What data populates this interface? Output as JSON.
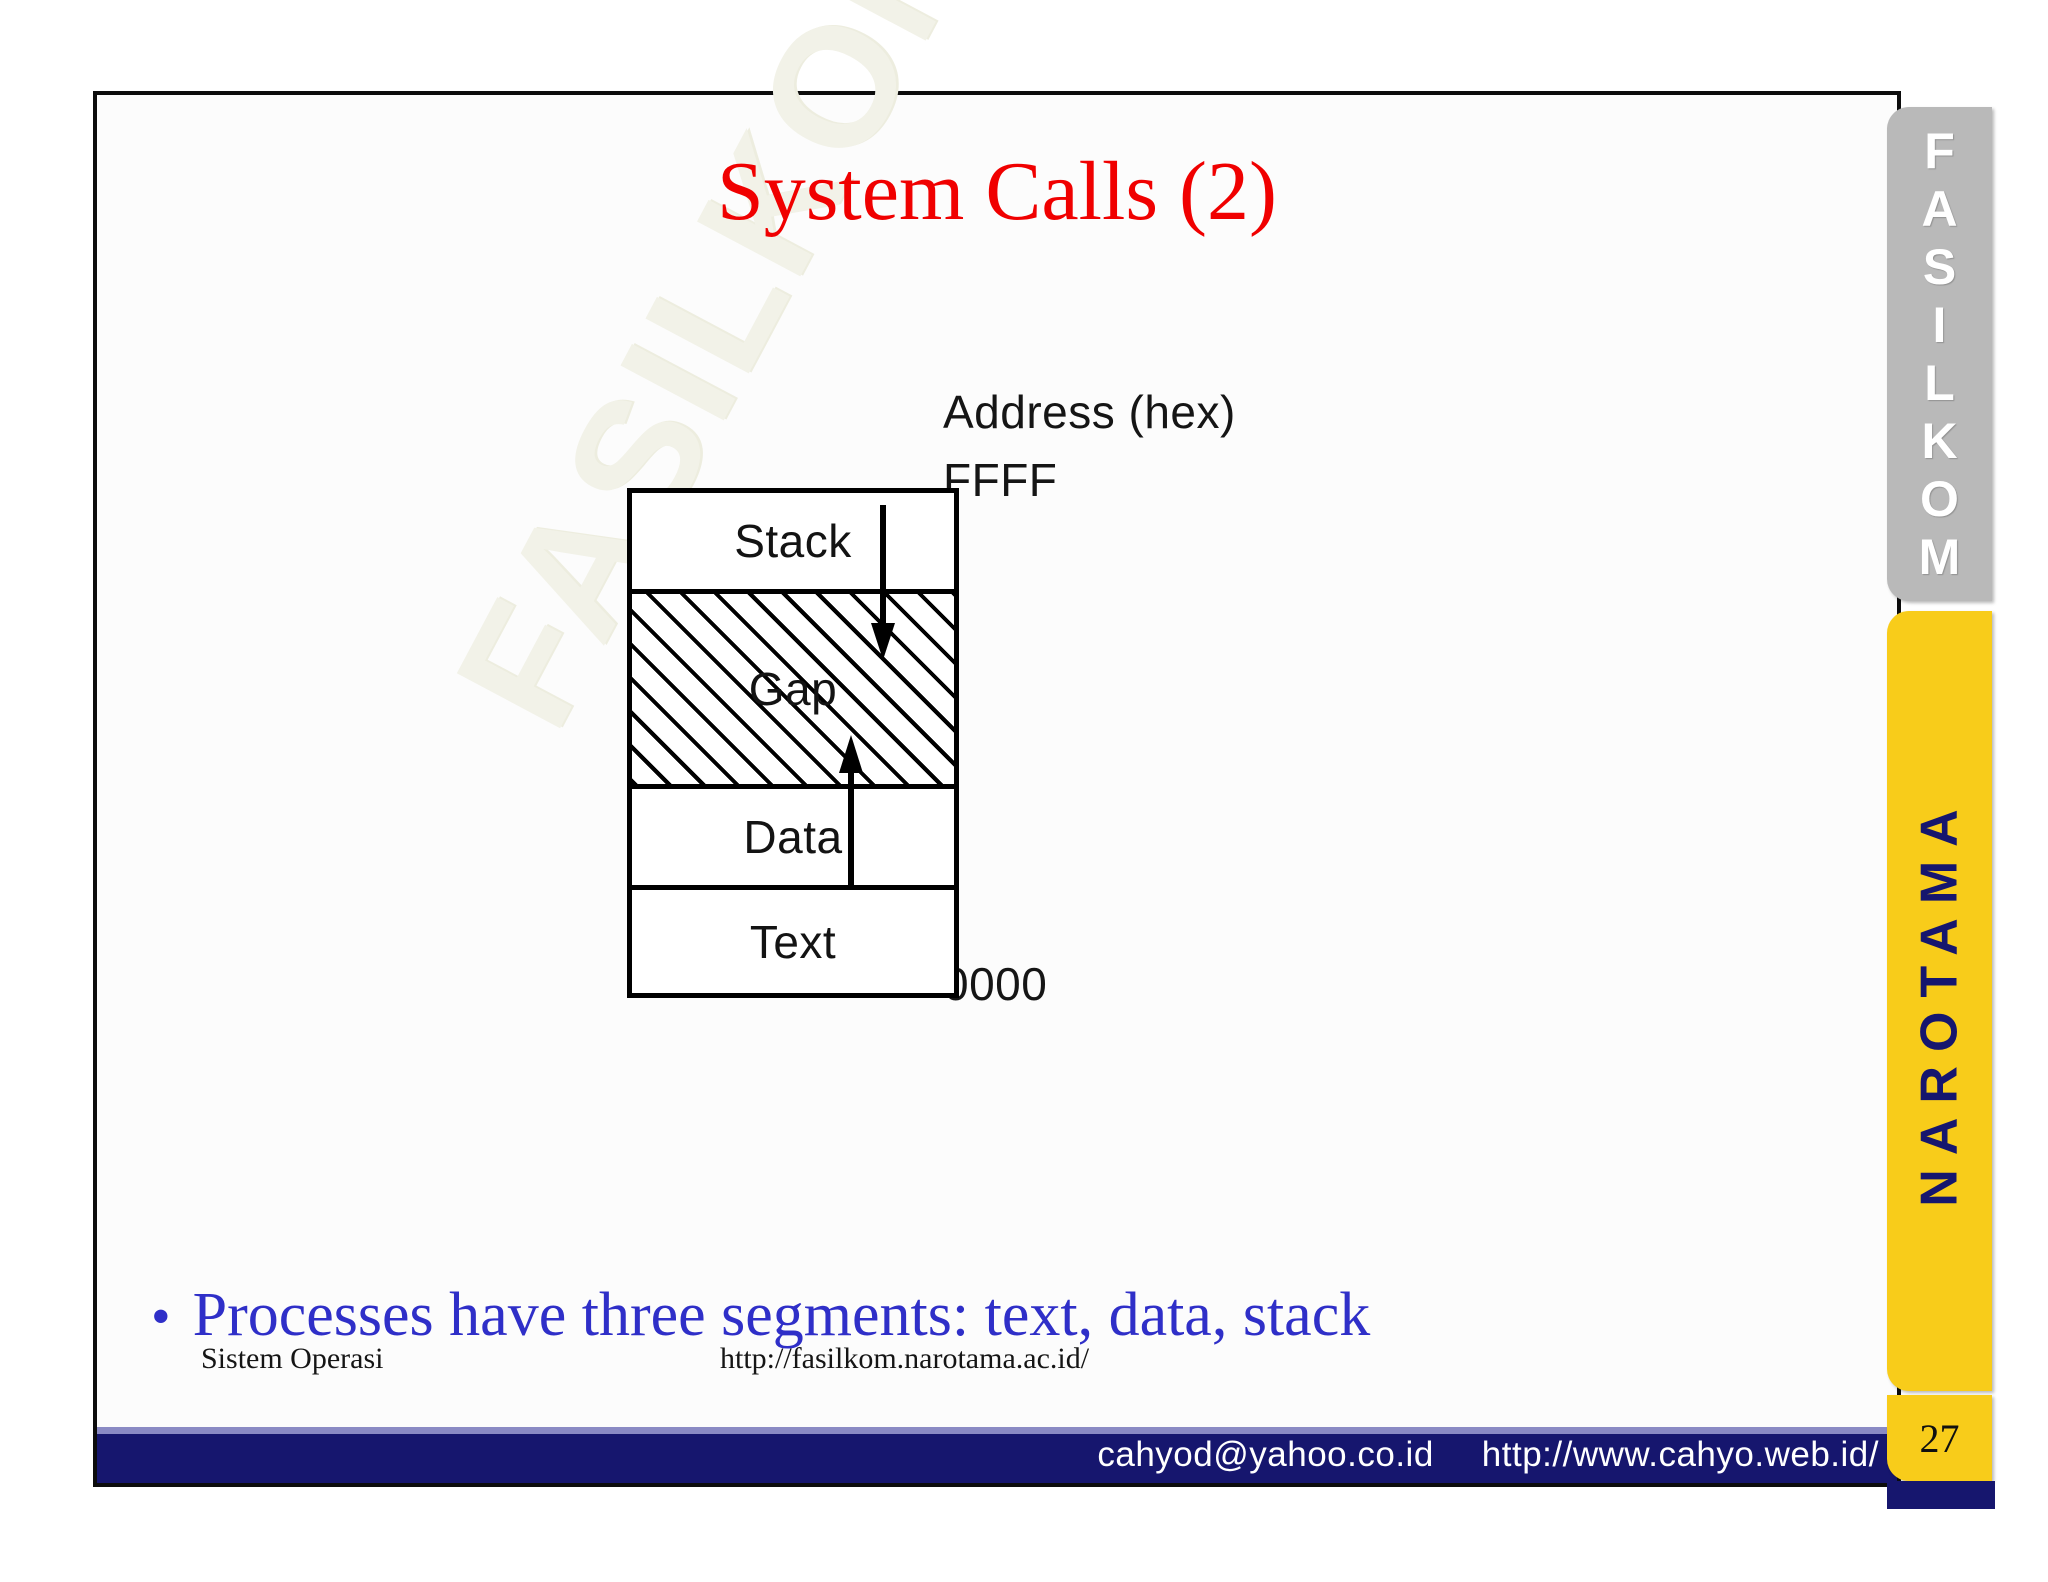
{
  "slide": {
    "title": "System Calls (2)",
    "title_color": "#f00000",
    "page_number": "27",
    "bullet": {
      "marker": "•",
      "text": "Processes have three segments: text, data, stack",
      "color": "#2f2fc8"
    },
    "watermark_text": "FASILKOM"
  },
  "diagram": {
    "address_header": "Address (hex)",
    "top_address": "FFFF",
    "bottom_address": "0000",
    "segments": [
      {
        "label": "Stack",
        "fill": "solid"
      },
      {
        "label": "Gap",
        "fill": "hatched"
      },
      {
        "label": "Data",
        "fill": "solid"
      },
      {
        "label": "Text",
        "fill": "solid"
      }
    ],
    "arrows": [
      {
        "name": "stack-grows-down",
        "direction": "down"
      },
      {
        "name": "data-grows-up",
        "direction": "up"
      }
    ]
  },
  "subfooter": {
    "course": "Sistem Operasi",
    "url": "http://fasilkom.narotama.ac.id/"
  },
  "footer": {
    "email": "cahyod@yahoo.co.id",
    "website": "http://www.cahyo.web.id/",
    "bar_color": "#16166e"
  },
  "side_tabs": {
    "faculty": {
      "name": "FASILKOM",
      "letters": [
        "F",
        "A",
        "S",
        "I",
        "L",
        "K",
        "O",
        "M"
      ],
      "color": "#b9b9b9",
      "text_color": "#ffffff"
    },
    "university": {
      "name": "NAROTAMA",
      "letters": [
        "N",
        "A",
        "R",
        "O",
        "T",
        "A",
        "M",
        "A"
      ],
      "color": "#f8cc1a",
      "text_color": "#16166e"
    }
  }
}
